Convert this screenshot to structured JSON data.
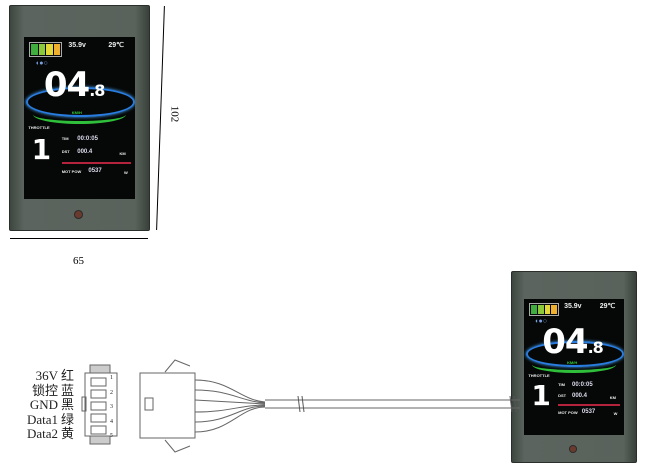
{
  "display": {
    "voltage": "35.9v",
    "temperature": "29℃",
    "speed_main": "04",
    "speed_decimal": ".8",
    "speed_unit": "KM/H",
    "mode_label": "THROTTLE",
    "gear": "1",
    "tim_label": "TIM",
    "tim_value": "00:0:05",
    "dst_label": "DST",
    "dst_value": "000.4",
    "dst_unit": "KM",
    "mot_label": "MOT POW",
    "mot_value": "0537",
    "mot_unit": "W",
    "battery_colors": [
      "#3fae3f",
      "#8bc83a",
      "#e2d83a",
      "#efb030"
    ]
  },
  "dimensions": {
    "height": "102",
    "width": "65"
  },
  "connector": {
    "pins": [
      {
        "signal": "36V",
        "color": "红",
        "num": "1"
      },
      {
        "signal": "锁控",
        "color": "蓝",
        "num": "2"
      },
      {
        "signal": "GND",
        "color": "黑",
        "num": "3"
      },
      {
        "signal": "Data1",
        "color": "绿",
        "num": "4"
      },
      {
        "signal": "Data2",
        "color": "黄",
        "num": "5"
      }
    ]
  }
}
